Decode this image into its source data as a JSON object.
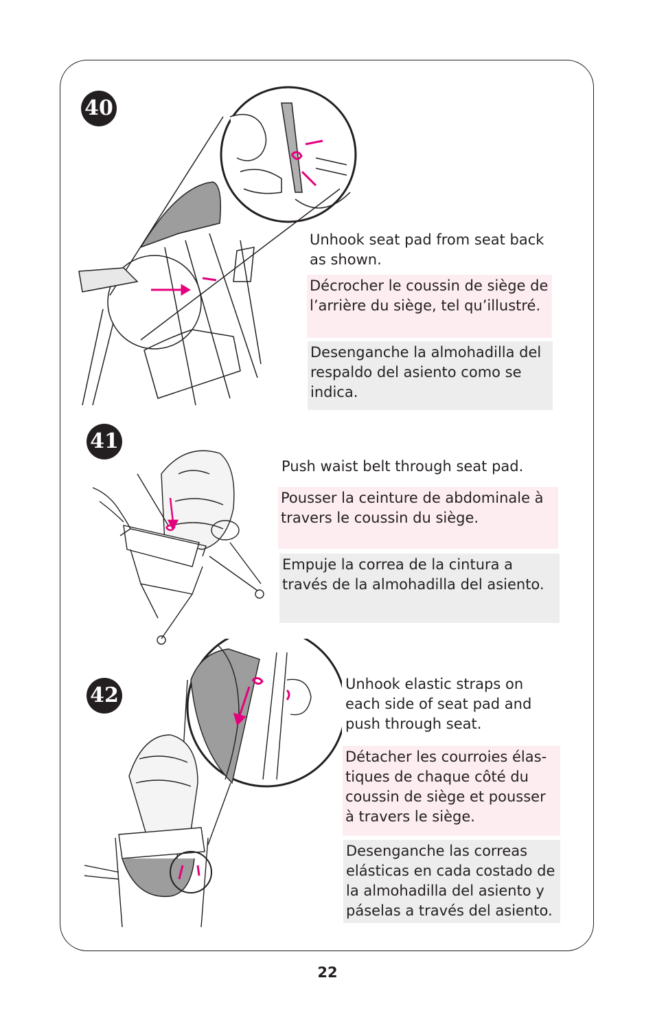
{
  "steps": [
    {
      "number": "40",
      "en": "Unhook seat pad from seat back as shown.",
      "fr": "Décrocher le coussin de siège de l’arrière du siège, tel qu’illustré.",
      "es": "Desenganche la almohadilla del respaldo del asiento como se indica."
    },
    {
      "number": "41",
      "en": "Push waist belt through seat pad.",
      "fr": "Pousser la ceinture de abdominale à travers le coussin du siège.",
      "es": "Empuje la correa de la cintura a través de la almohadilla del asiento."
    },
    {
      "number": "42",
      "en": "Unhook elastic straps on each side of seat pad and push through seat.",
      "fr": "Détacher les courroies élas-tiques de chaque côté du coussin de siège et pousser à travers le siège.",
      "es": "Desenganche las correas elásticas en cada costado de la almohadilla del asiento y páselas a través del asiento."
    }
  ],
  "page_number": "22",
  "colors": {
    "fr_box": "#fdedf1",
    "es_box": "#ededed",
    "arrow": "#e4007c",
    "ink": "#231f20"
  }
}
